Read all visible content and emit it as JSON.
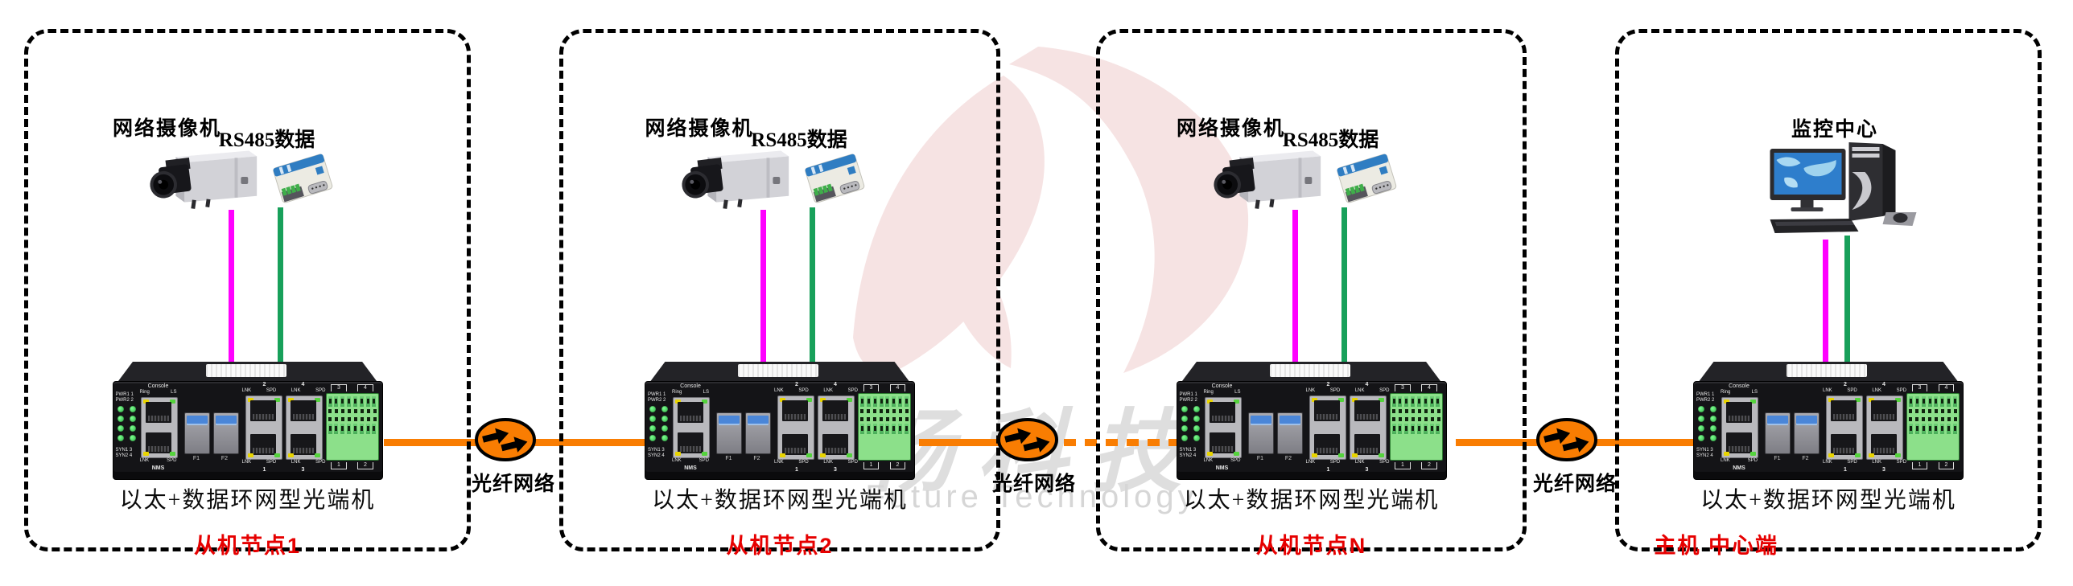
{
  "watermark": {
    "brand_cn": "畅科技",
    "brand_en": "Future Technology",
    "logo_color": "#f6e3e3",
    "text_color": "#d8d8d8"
  },
  "colors": {
    "video_line": "#ff00ff",
    "serial_line": "#18a05a",
    "fiber_line": "#f97d02",
    "node_label_red": "#e60000",
    "terminal_green": "#8ce08a",
    "sfp_blue": "#4a86d8",
    "led_green": "#3ed054"
  },
  "links": [
    {
      "label": "光纤网络",
      "right_segment": "solid"
    },
    {
      "label": "光纤网络",
      "right_segment": "dashed"
    },
    {
      "label": "光纤网络",
      "right_segment": "solid"
    }
  ],
  "nodes": [
    {
      "type": "slave",
      "camera_label": "网络摄像机",
      "serial_label": "RS485数据",
      "device_label": "以太+数据环网型光端机",
      "node_label": "从机节点1"
    },
    {
      "type": "slave",
      "camera_label": "网络摄像机",
      "serial_label": "RS485数据",
      "device_label": "以太+数据环网型光端机",
      "node_label": "从机节点2"
    },
    {
      "type": "slave",
      "camera_label": "网络摄像机",
      "serial_label": "RS485数据",
      "device_label": "以太+数据环网型光端机",
      "node_label": "从机节点N"
    },
    {
      "type": "master",
      "monitor_label": "监控中心",
      "device_label": "以太+数据环网型光端机",
      "node_label": "主机 中心端"
    }
  ],
  "switch_labels": {
    "console": "Console",
    "ring": "Ring",
    "ls": "LS",
    "pwr1": "PWR1 1",
    "pwr2": "PWR2 2",
    "syn1": "SYN1 3",
    "syn2": "SYN2 4",
    "nms": "NMS",
    "f1": "F1",
    "f2": "F2",
    "lnk": "LNK",
    "spd": "SPD",
    "p1": "1",
    "p2": "2",
    "p3": "3",
    "p4": "4"
  }
}
